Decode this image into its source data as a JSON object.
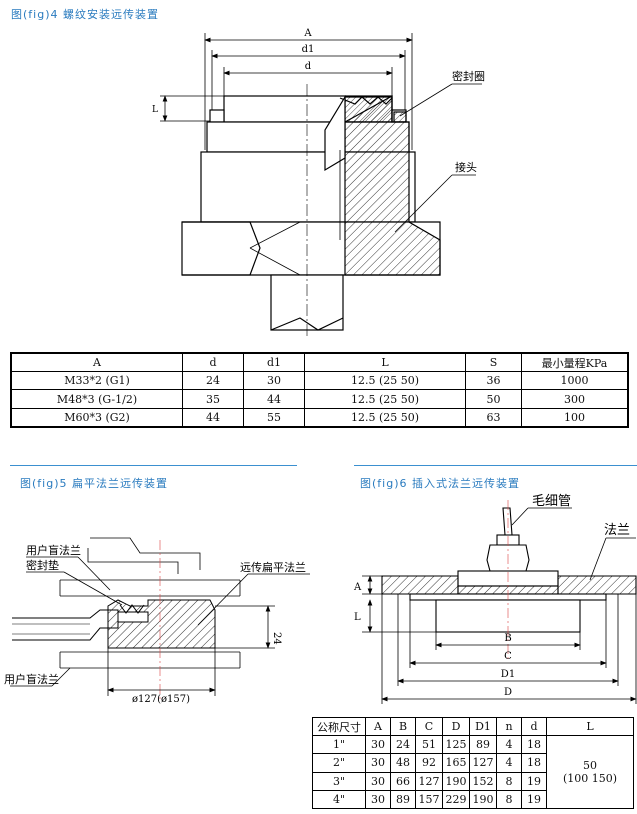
{
  "fig4": {
    "caption": "图(fig)4  螺纹安装远传装置",
    "dims": {
      "A": "A",
      "d1": "d1",
      "d": "d",
      "L": "L"
    },
    "labels": {
      "seal_ring": "密封圈",
      "joint": "接头"
    }
  },
  "table1": {
    "headers": [
      "A",
      "d",
      "d1",
      "L",
      "S",
      "最小量程KPa"
    ],
    "rows": [
      [
        "M33*2 (G1)",
        "24",
        "30",
        "12.5 (25 50)",
        "36",
        "1000"
      ],
      [
        "M48*3 (G-1/2)",
        "35",
        "44",
        "12.5 (25 50)",
        "50",
        "300"
      ],
      [
        "M60*3 (G2)",
        "44",
        "55",
        "12.5 (25 50)",
        "63",
        "100"
      ]
    ]
  },
  "fig5": {
    "caption": "图(fig)5  扁平法兰远传装置",
    "labels": {
      "user_blind_flange_top": "用户盲法兰",
      "gasket": "密封垫",
      "remote_flat_flange": "远传扁平法兰",
      "user_blind_flange_bottom": "用户盲法兰",
      "dim_24": "24",
      "dim_diameter": "ø127(ø157)"
    }
  },
  "fig6": {
    "caption": "图(fig)6  插入式法兰远传装置",
    "labels": {
      "capillary": "毛细管",
      "flange": "法兰",
      "A": "A",
      "L": "L",
      "B": "B",
      "C": "C",
      "D1": "D1",
      "D": "D"
    }
  },
  "table2": {
    "headers": [
      "公称尺寸",
      "A",
      "B",
      "C",
      "D",
      "D1",
      "n",
      "d",
      "L"
    ],
    "rows": [
      [
        "1\"",
        "30",
        "24",
        "51",
        "125",
        "89",
        "4",
        "18"
      ],
      [
        "2\"",
        "30",
        "48",
        "92",
        "165",
        "127",
        "4",
        "18"
      ],
      [
        "3\"",
        "30",
        "66",
        "127",
        "190",
        "152",
        "8",
        "19"
      ],
      [
        "4\"",
        "30",
        "89",
        "157",
        "229",
        "190",
        "8",
        "19"
      ]
    ],
    "L_value_line1": "50",
    "L_value_line2": "(100 150)"
  }
}
